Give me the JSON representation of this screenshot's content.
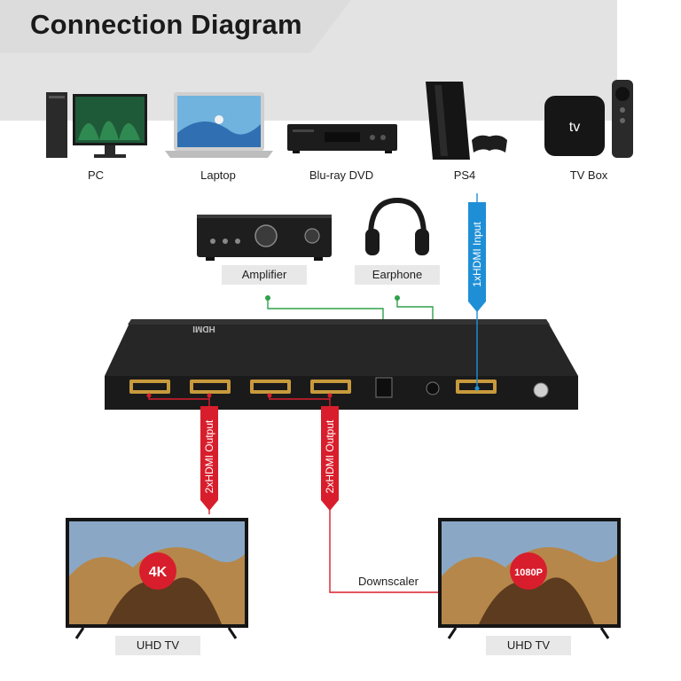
{
  "title": "Connection Diagram",
  "sources": [
    {
      "label": "PC",
      "icon": "pc-monitor-icon"
    },
    {
      "label": "Laptop",
      "icon": "laptop-icon"
    },
    {
      "label": "Blu-ray DVD",
      "icon": "bluray-player-icon"
    },
    {
      "label": "PS4",
      "icon": "ps4-console-icon"
    },
    {
      "label": "TV Box",
      "icon": "tv-box-icon"
    }
  ],
  "tv_box_logo": "tv",
  "audio": [
    {
      "label": "Amplifier",
      "icon": "amplifier-icon"
    },
    {
      "label": "Earphone",
      "icon": "headphones-icon"
    }
  ],
  "splitter": {
    "logo": "HDMI"
  },
  "cables": {
    "input": "1xHDMI Input",
    "output_1": "2xHDMI Output",
    "output_2": "2xHDMI Output"
  },
  "downscaler": "Downscaler",
  "displays": [
    {
      "label": "UHD TV",
      "badge": "4K"
    },
    {
      "label": "UHD TV",
      "badge": "1080P"
    }
  ],
  "colors": {
    "hdmi_output": "#d81e2c",
    "hdmi_input": "#1e8fd6",
    "audio_line": "#2fa14a",
    "panel": "#e3e3e3"
  }
}
